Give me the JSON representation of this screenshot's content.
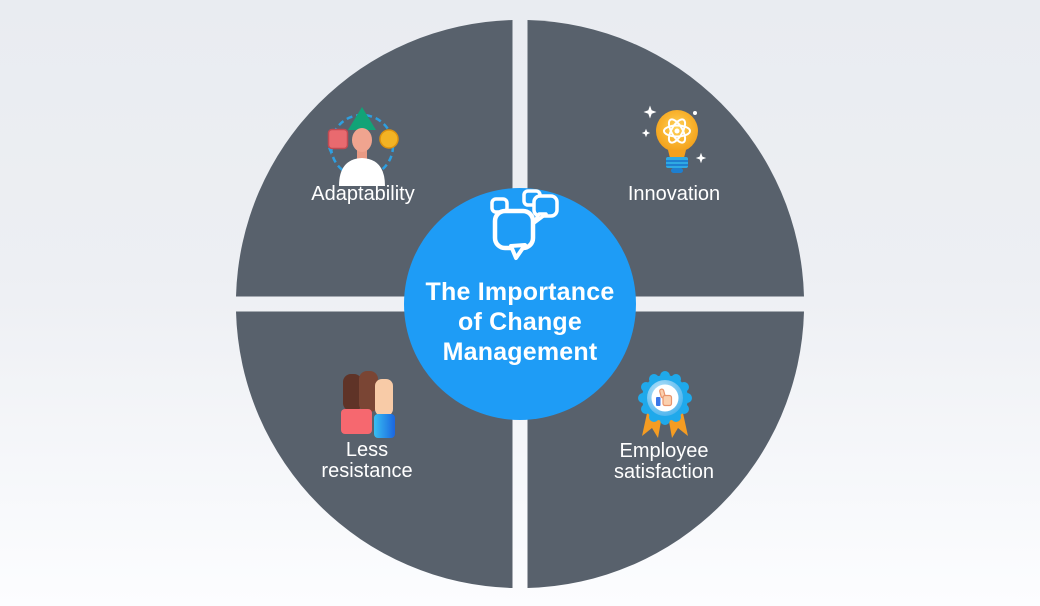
{
  "title": {
    "lines": [
      "The Importance",
      "of Change",
      "Management"
    ]
  },
  "center": {
    "icon": "speech-bubbles-icon"
  },
  "quadrants": [
    {
      "position": "top-left",
      "label": "Adaptability",
      "icon": "adaptability-person-cycle-icon"
    },
    {
      "position": "top-right",
      "label": "Innovation",
      "icon": "innovation-lightbulb-atom-icon"
    },
    {
      "position": "bottom-left",
      "label": "Less resistance",
      "icon": "less-resistance-raised-fists-icon"
    },
    {
      "position": "bottom-right",
      "label": "Employee satisfaction",
      "icon": "employee-satisfaction-award-badge-icon"
    }
  ],
  "colors": {
    "background_top": "#E9ECF1",
    "background_bottom": "#FCFDFF",
    "quadrant_gray": "#58616C",
    "center_blue": "#1E9CF6",
    "label_text": "#FFFFFF",
    "accent_cyan": "#2E9FE0",
    "accent_orange": "#F4A01C",
    "accent_green": "#12A377",
    "accent_red": "#E96A6F"
  }
}
